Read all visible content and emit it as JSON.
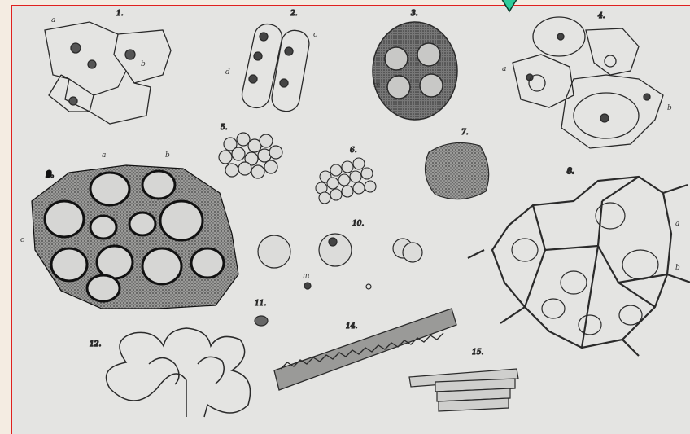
{
  "plate": {
    "figure_numbers": [
      "1.",
      "2.",
      "3.",
      "4.",
      "5.",
      "6.",
      "7.",
      "8.",
      "9.",
      "10.",
      "11.",
      "12.",
      "14.",
      "15."
    ],
    "letter_labels": [
      "a",
      "b",
      "c",
      "d",
      "m"
    ]
  },
  "colors": {
    "frame_border": "#e0201e",
    "paper": "#e4e4e2",
    "ink": "#2a2a2a",
    "marker_fill": "#2ecc9a"
  },
  "icons": {
    "marker": "location-marker-icon"
  }
}
